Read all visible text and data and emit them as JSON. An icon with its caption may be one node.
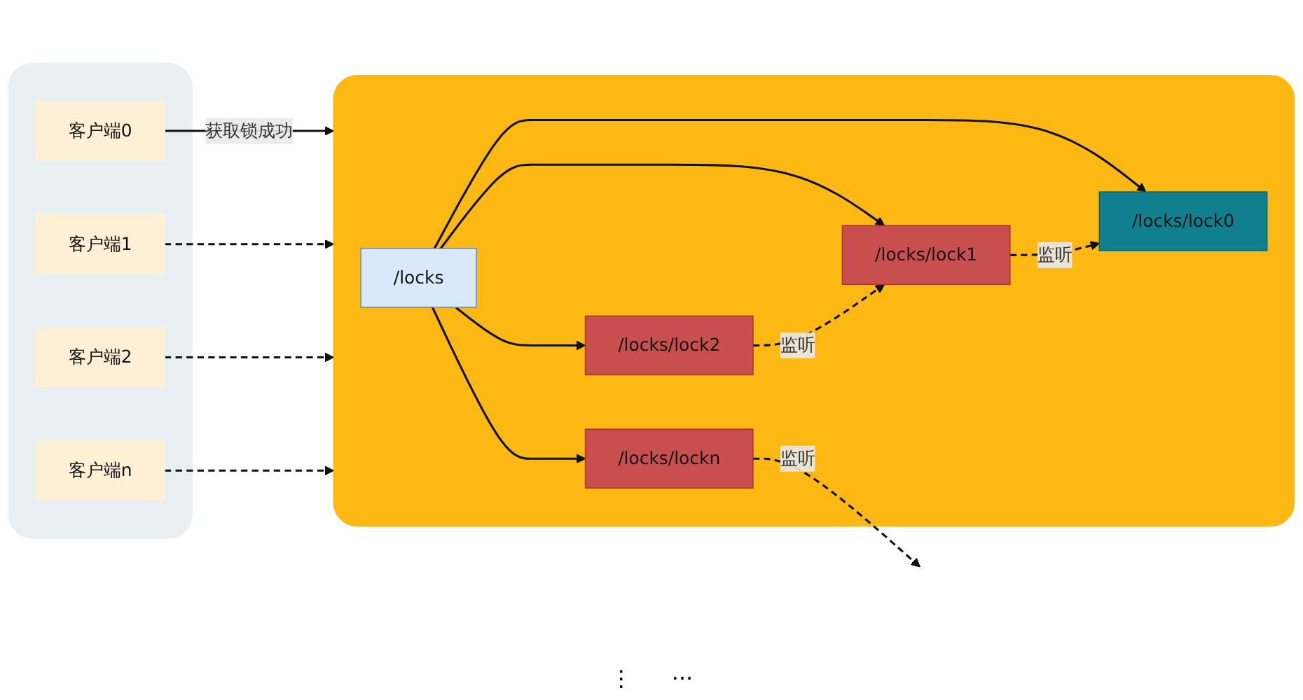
{
  "diagram": {
    "nodes": [
      {
        "text": [],
        "shape": "box"
      },
      {
        "text": [
          "客户端0"
        ],
        "in": 0
      },
      {
        "text": [
          "客户端1"
        ],
        "in": 0
      },
      {
        "text": [
          "客户端2"
        ],
        "in": 0
      },
      {
        "text": [
          "客户端n"
        ],
        "in": 0
      },
      {
        "text": [],
        "shape": "box"
      },
      {
        "text": [
          "/locks"
        ],
        "in": 5
      },
      {
        "text": [
          "/locks/lock0"
        ],
        "in": 5
      },
      {
        "text": [
          "/locks/lock1"
        ],
        "in": 5
      },
      {
        "text": [
          "/locks/lock2"
        ],
        "in": 5
      },
      {
        "text": [
          "/locks/lockn"
        ],
        "in": 5
      }
    ],
    "edges": [
      {
        "from": 1,
        "to": 5,
        "arrow": "to",
        "label": "获取锁成功"
      },
      {
        "from": 2,
        "to": 5,
        "arrow": "to",
        "style": "dashed"
      },
      {
        "from": 3,
        "to": 5,
        "arrow": "to",
        "style": "dashed"
      },
      {
        "from": 4,
        "to": 5,
        "arrow": "to",
        "style": "dashed"
      },
      {
        "from": 6,
        "to": 7,
        "arrow": "to"
      },
      {
        "from": 6,
        "to": 8,
        "arrow": "to"
      },
      {
        "from": 6,
        "to": 9,
        "arrow": "to"
      },
      {
        "from": 6,
        "to": 10,
        "arrow": "to"
      },
      {
        "from": 8,
        "to": 7,
        "arrow": "to",
        "label": "监听",
        "style": "dashed"
      },
      {
        "from": 9,
        "to": 8,
        "arrow": "to",
        "label": "监听",
        "style": "dashed"
      },
      {
        "from": 10,
        "to": null,
        "arrow": "to",
        "label": "监听",
        "style": "dashed"
      }
    ],
    "labels": [
      "⋮",
      "···"
    ]
  }
}
